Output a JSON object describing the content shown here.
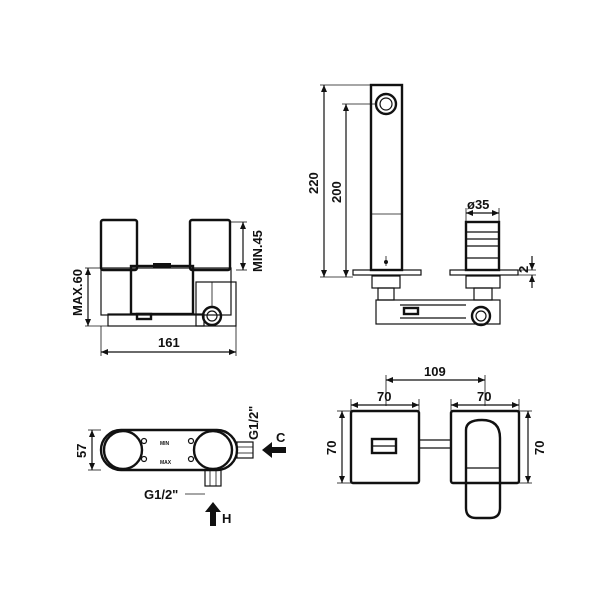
{
  "labels": {
    "max60": "MAX.60",
    "min45": "MIN.45",
    "w161": "161",
    "h220": "220",
    "h200": "200",
    "d35": "ø35",
    "t2": "2",
    "w109": "109",
    "w70a": "70",
    "w70b": "70",
    "h70a": "70",
    "h70b": "70",
    "h57": "57",
    "g12top": "G1/2\"",
    "g12bottom": "G1/2\"",
    "cold": "C",
    "hot": "H",
    "min_mark": "MIN",
    "max_mark": "MAX"
  }
}
